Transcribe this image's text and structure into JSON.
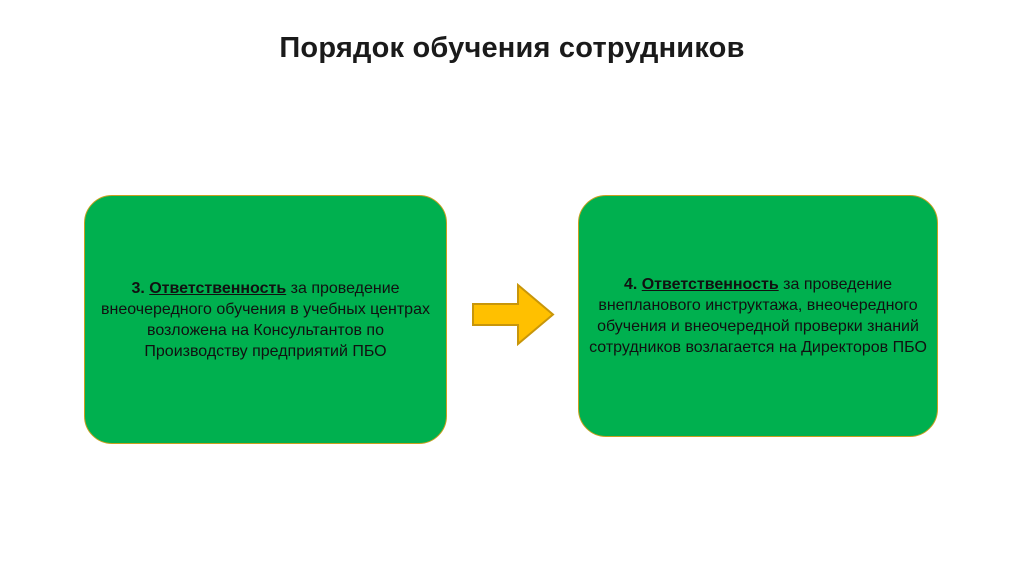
{
  "slide": {
    "title": "Порядок обучения сотрудников",
    "background_color": "#FFFFFF",
    "title_color": "#1A1A1A"
  },
  "theme": {
    "box_fill": "#00B04F",
    "box_border": "#C8A020",
    "arrow_fill": "#FFC000",
    "arrow_border": "#C8960A",
    "body_text_color": "#111111"
  },
  "boxes": [
    {
      "position": "left",
      "number": "3.",
      "term": "Ответственность",
      "lead_tail": " за",
      "body": "проведение внеочередного обучения в учебных центрах возложена на Консультантов по Производству предприятий ПБО",
      "full_text": "3. Ответственность за проведение внеочередного обучения в учебных центрах возложена на Консультантов по Производству предприятий ПБО"
    },
    {
      "position": "right",
      "number": "4.",
      "term": "Ответственность",
      "lead_tail": " за",
      "body": "проведение внепланового инструктажа, внеочередного обучения и внеочередной проверки знаний сотрудников возлагается на Директоров ПБО",
      "full_text": "4. Ответственность за проведение внепланового инструктажа, внеочередного обучения и внеочередной проверки знаний сотрудников возлагается на Директоров ПБО"
    }
  ],
  "arrow": {
    "icon": "arrow-right-icon",
    "direction": "right"
  }
}
